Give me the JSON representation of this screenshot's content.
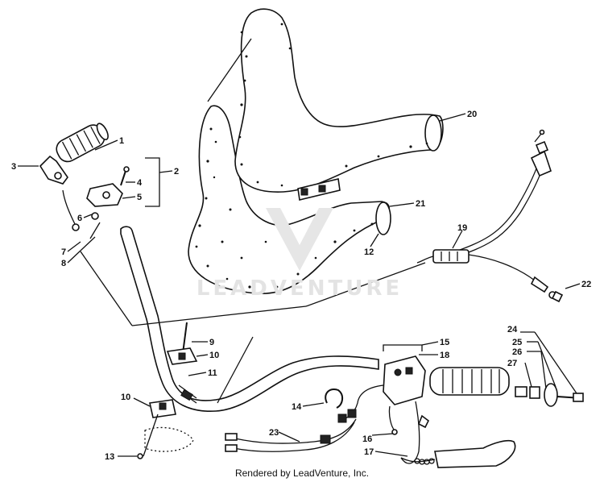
{
  "watermark": "LEADVENTURE",
  "footer": "Rendered by LeadVenture, Inc.",
  "callouts": {
    "c1": "1",
    "c2": "2",
    "c3": "3",
    "c4": "4",
    "c5": "5",
    "c6": "6",
    "c7": "7",
    "c8": "8",
    "c9": "9",
    "c10a": "10",
    "c10b": "10",
    "c11": "11",
    "c12": "12",
    "c13": "13",
    "c14": "14",
    "c15": "15",
    "c16": "16",
    "c17": "17",
    "c18": "18",
    "c19": "19",
    "c20": "20",
    "c21": "21",
    "c22": "22",
    "c23": "23",
    "c24": "24",
    "c25": "25",
    "c26": "26",
    "c27": "27"
  }
}
